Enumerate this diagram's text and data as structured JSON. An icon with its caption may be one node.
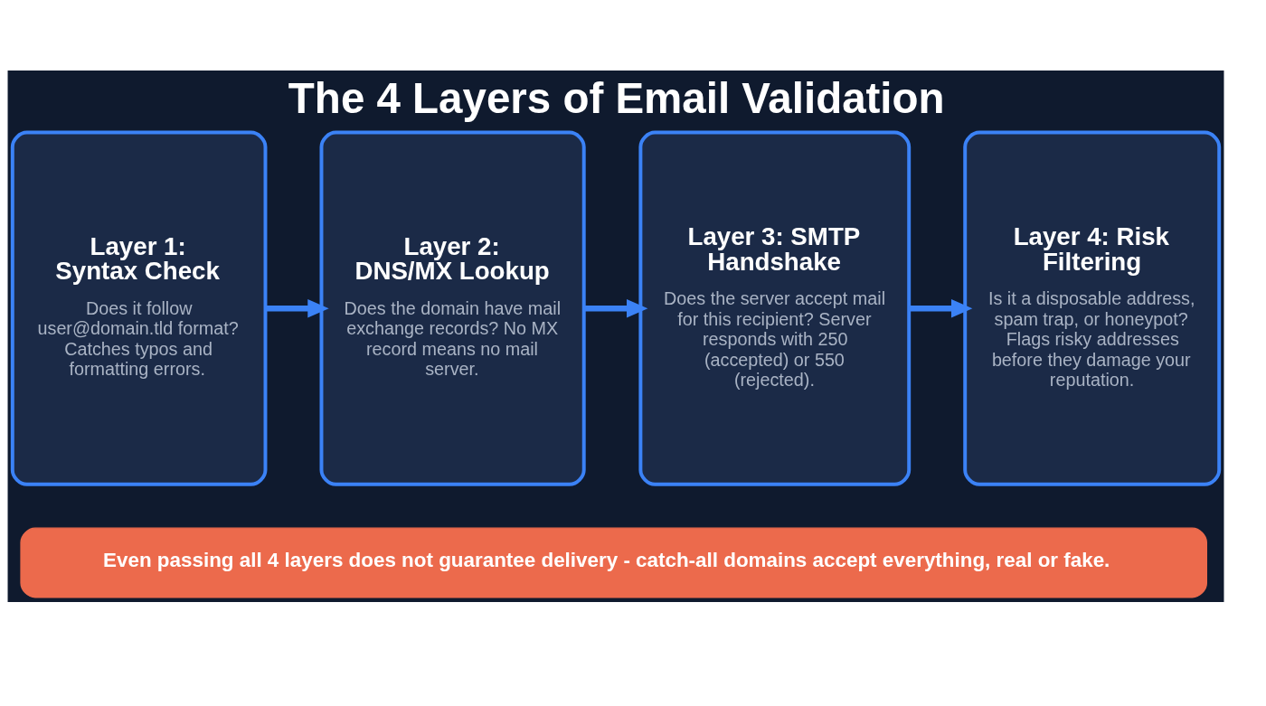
{
  "diagram": {
    "title": "The 4 Layers of Email Validation",
    "nodes": [
      {
        "text": [
          "Layer 1: Syntax Check",
          "Does it follow user@domain.tld format? Catches typos and formatting errors."
        ]
      },
      {
        "text": [
          "Layer 2: DNS/MX Lookup",
          "Does the domain have mail exchange records? No MX record means no mail server."
        ]
      },
      {
        "text": [
          "Layer 3: SMTP Handshake",
          "Does the server accept mail for this recipient? Server responds with 250 (accepted) or 550 (rejected)."
        ]
      },
      {
        "text": [
          "Layer 4: Risk Filtering",
          "Is it a disposable address, spam trap, or honeypot? Flags risky addresses before they damage your reputation."
        ]
      },
      {
        "text": [
          "Even passing all 4 layers does not guarantee delivery - catch-all domains accept everything, real or fake."
        ]
      }
    ],
    "edges": [
      {
        "from": 0,
        "to": 1,
        "arrow": "to"
      },
      {
        "from": 1,
        "to": 2,
        "arrow": "to"
      },
      {
        "from": 2,
        "to": 3,
        "arrow": "to"
      }
    ]
  }
}
